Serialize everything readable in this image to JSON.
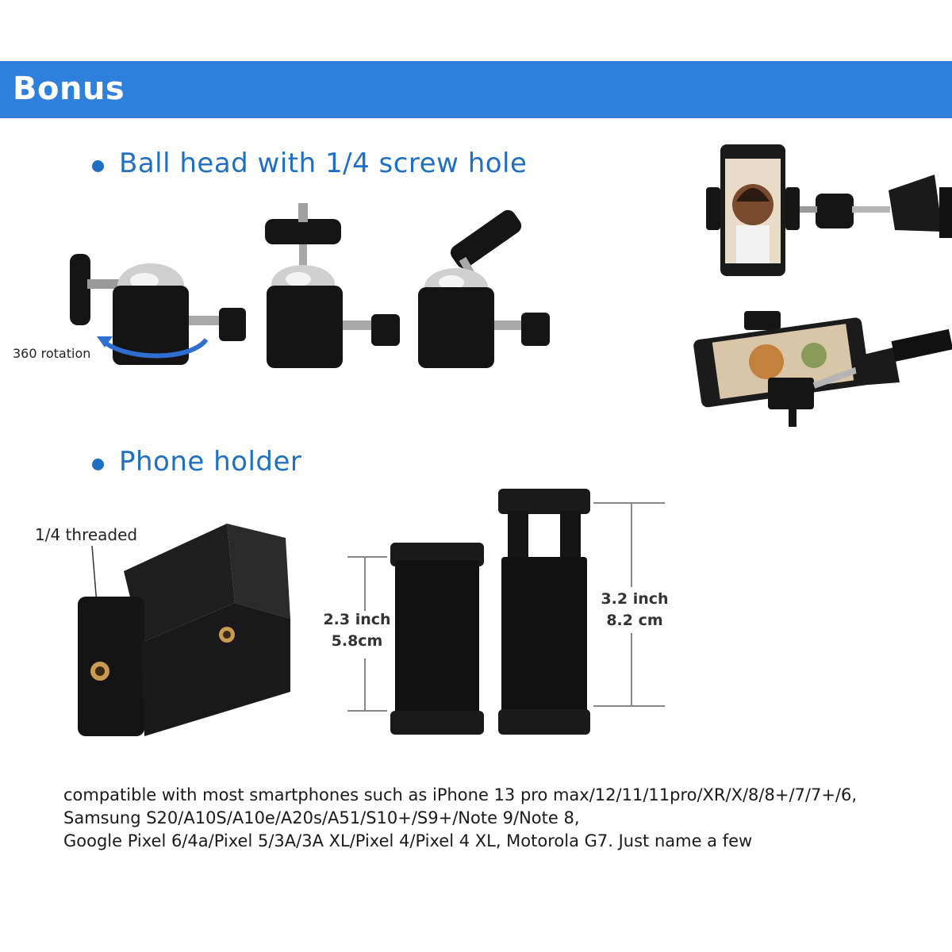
{
  "banner": {
    "title": "Bonus"
  },
  "sections": {
    "ball_head": {
      "title": "Ball head with 1/4 screw hole",
      "rotation_label": "360 rotation"
    },
    "phone_holder": {
      "title": "Phone holder",
      "thread_label": "1/4 threaded"
    }
  },
  "dimensions": {
    "closed": {
      "inch": "2.3 inch",
      "cm": "5.8cm"
    },
    "extended": {
      "inch": "3.2 inch",
      "cm": "8.2 cm"
    }
  },
  "compatibility": {
    "lines": [
      "compatible with most smartphones such as iPhone 13 pro max/12/11/11pro/XR/X/8/8+/7/7+/6,",
      "Samsung S20/A10S/A10e/A20s/A51/S10+/S9+/Note 9/Note 8,",
      "Google Pixel 6/4a/Pixel 5/3A/3A XL/Pixel 4/Pixel 4 XL, Motorola G7. Just name a few"
    ]
  },
  "colors": {
    "banner": "#2f7fdc",
    "accent": "#1f6fc4",
    "product": "#111111"
  },
  "icons": [
    "bullet-icon",
    "rotation-arrow-icon",
    "dimension-arrow-icon"
  ]
}
